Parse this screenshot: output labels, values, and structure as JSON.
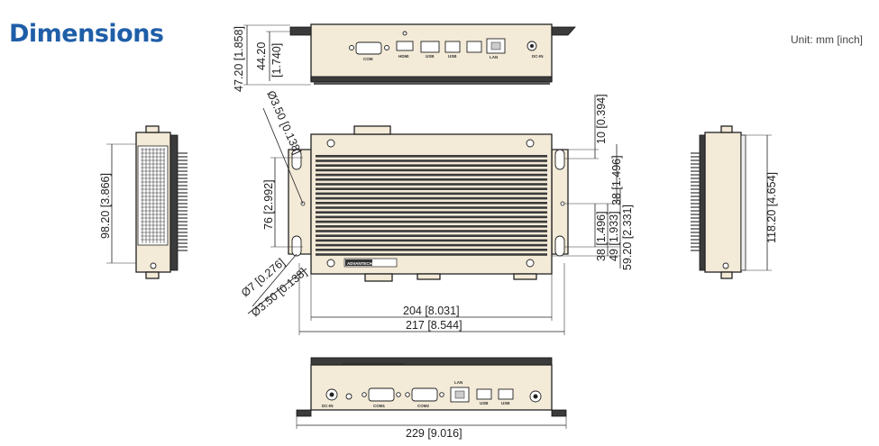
{
  "header": {
    "title": "Dimensions",
    "unit": "Unit: mm [inch]"
  },
  "dims": {
    "height_total": "47.20 [1.858]",
    "height_body": "44.20",
    "height_body_in": "[1.740]",
    "hole_dia": "Ø3.50 [0.138]",
    "hole_dia_bottom": "Ø3.50 [0.138]",
    "slot_w": "Ø7 [0.276]",
    "v76": "76 [2.992]",
    "v10": "10 [0.394]",
    "v38_top": "38 [1.496]",
    "v38_bot": "38 [1.496]",
    "v49": "49 [1.933]",
    "v5920": "59.20 [2.331]",
    "w204": "204 [8.031]",
    "w217": "217 [8.544]",
    "w229": "229 [9.016]",
    "side_left": "98.20 [3.866]",
    "side_right": "118.20 [4.654]"
  },
  "labels": {
    "top_ports": [
      "COM",
      "HDMI",
      "USB",
      "USB",
      "LAN",
      "DC-IN"
    ],
    "front_ports": [
      "DC-IN",
      "COM1",
      "COM2",
      "LAN",
      "USB",
      "USB"
    ],
    "brand_plate": "ADVANTECH  DS-570"
  }
}
